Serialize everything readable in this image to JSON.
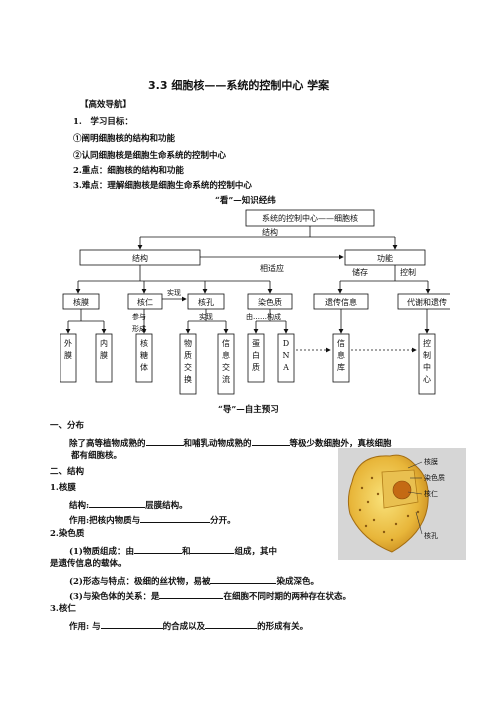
{
  "title": "3.3 细胞核——系统的控制中心 学案",
  "nav_header": "【高效导航】",
  "goals": {
    "heading": "1.　学习目标：",
    "g1": "①阐明细胞核的结构和功能",
    "g2": "②认同细胞核是细胞生命系统的控制中心",
    "key": "2.重点：细胞核的结构和功能",
    "hard": "3.难点：理解细胞核是细胞生命系统的控制中心"
  },
  "look_heading": "“看”—知识经纬",
  "concept_map": {
    "root": "系统的控制中心——细胞核",
    "struct_rel": "结构",
    "structure": "结构",
    "function": "功能",
    "adapt": "相适应",
    "store": "储存",
    "control": "控制",
    "membrane": "核膜",
    "nucleolus": "核仁",
    "pore": "核孔",
    "chromatin": "染色质",
    "genetic_info": "遗传信息",
    "metab": "代谢和遗传",
    "present": "实现",
    "participate": "参与",
    "form": "形成",
    "realize": "实现",
    "compose": "由……构成",
    "outer": "外膜",
    "inner": "内膜",
    "ribosome": "核糖体",
    "material": "物质交换",
    "info_exchange": "信息交流",
    "protein": "蛋白质",
    "dna": "DNA",
    "info_bank": "信息库",
    "control_center": "控制中心"
  },
  "guide_heading": "“导”—自主预习",
  "s1": {
    "heading": "一、分布",
    "line1a": "除了高等植物成熟的",
    "line1b": "和哺乳动物成熟的",
    "line1c": "等极少数细胞外，真核细胞",
    "line2": "都有细胞核。"
  },
  "s2": {
    "heading": "二、结构",
    "n1": "1.核膜",
    "n1_struct_a": "结构:",
    "n1_struct_b": "层膜结构。",
    "n1_func_a": "作用:把核内物质与",
    "n1_func_b": "分开。",
    "n2": "2.染色质",
    "n2_1a": "(1)物质组成：由",
    "n2_1b": "和",
    "n2_1c": "组成，其中",
    "n2_1d": "是遗传信息的载体。",
    "n2_2a": "(2)形态与特点：极细的丝状物，易被",
    "n2_2b": "染成深色。",
    "n2_3a": "(3)与染色体的关系：是",
    "n2_3b": "在细胞不同时期的两种存在状态。",
    "n3": "3.核仁",
    "n3_a": "作用: 与",
    "n3_b": "的合成以及",
    "n3_c": "的形成有关。"
  },
  "figure": {
    "l_membrane": "核膜",
    "l_chromatin": "染色质",
    "l_nucleolus": "核仁",
    "l_pore": "核孔"
  }
}
